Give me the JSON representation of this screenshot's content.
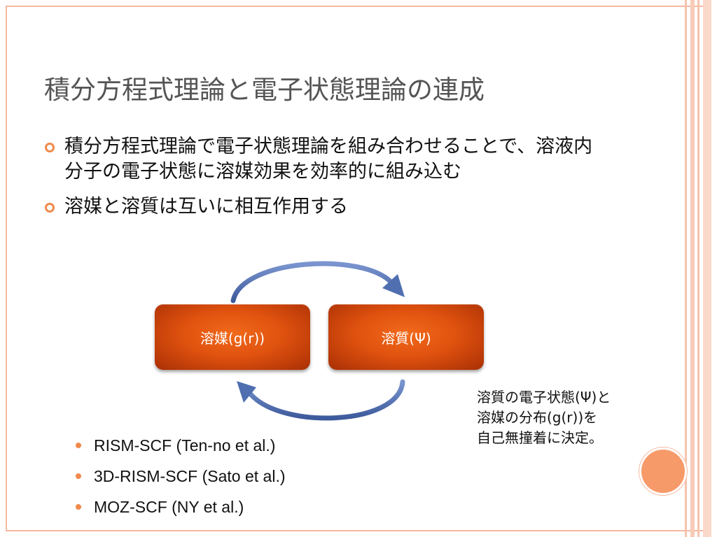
{
  "title": "積分方程式理論と電子状態理論の連成",
  "bullets": [
    "積分方程式理論で電子状態理論を組み合わせることで、溶液内分子の電子状態に溶媒効果を効率的に組み込む",
    "溶媒と溶質は互いに相互作用する"
  ],
  "cycle": {
    "solvent_label": "溶媒(g(r))",
    "solute_label": "溶質(Ψ)"
  },
  "note": {
    "line1": "溶質の電子状態(Ψ)と",
    "line2": "溶媒の分布(g(r))を",
    "line3": "自己無撞着に決定。"
  },
  "methods": [
    "RISM-SCF (Ten-no et al.)",
    "3D-RISM-SCF (Sato et al.)",
    "MOZ-SCF (NY et al.)"
  ],
  "colors": {
    "accent": "#f08a4b",
    "box": "#e0520f",
    "arrow": "#4f6fb0",
    "border": "#f4b9a0"
  }
}
